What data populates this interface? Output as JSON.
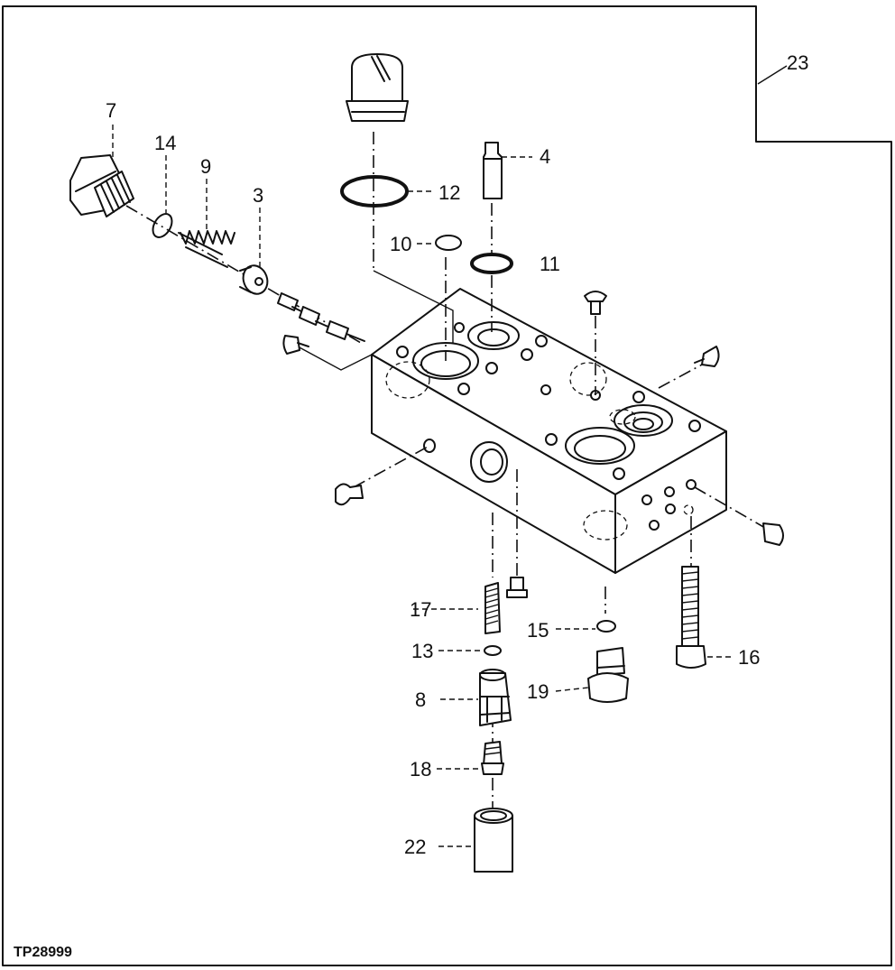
{
  "figure": {
    "reference": "TP28999",
    "callouts": {
      "c3": "3",
      "c4": "4",
      "c7": "7",
      "c8": "8",
      "c9": "9",
      "c10": "10",
      "c11": "11",
      "c12": "12",
      "c13": "13",
      "c14": "14",
      "c15": "15",
      "c16": "16",
      "c17": "17",
      "c18": "18",
      "c19": "19",
      "c22": "22",
      "c23": "23"
    }
  }
}
